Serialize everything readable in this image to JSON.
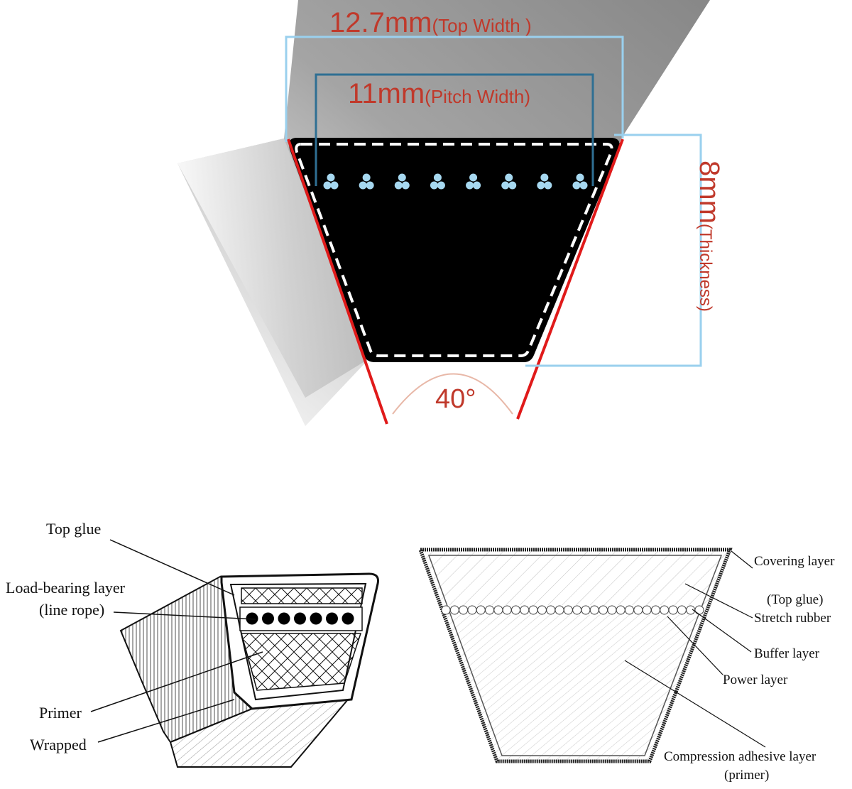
{
  "cross_section": {
    "top_width": {
      "value": "12.7mm",
      "note": "(Top Width )"
    },
    "pitch_width": {
      "value": "11mm",
      "note": "(Pitch Width)"
    },
    "thickness": {
      "value": "8mm",
      "note": "(Thickness)"
    },
    "angle": "40°",
    "cord_count": 8,
    "colors": {
      "dimension_text": "#c0392b",
      "angle_lines": "#e01a1a",
      "top_width_box": "#9ad0ee",
      "pitch_width_box": "#2f6f93",
      "belt_body": "#000000",
      "cords": "#a6d8f0"
    }
  },
  "left_structure": {
    "labels": {
      "top_glue": "Top glue",
      "load_bearing_1": "Load-bearing layer",
      "load_bearing_2": "(line rope)",
      "primer": "Primer",
      "wrapped": "Wrapped"
    }
  },
  "right_structure": {
    "labels": {
      "covering": "Covering layer",
      "top_glue": "(Top glue)",
      "stretch": "Stretch rubber",
      "buffer": "Buffer layer",
      "power": "Power layer",
      "compression_1": "Compression adhesive layer",
      "compression_2": "(primer)"
    }
  }
}
